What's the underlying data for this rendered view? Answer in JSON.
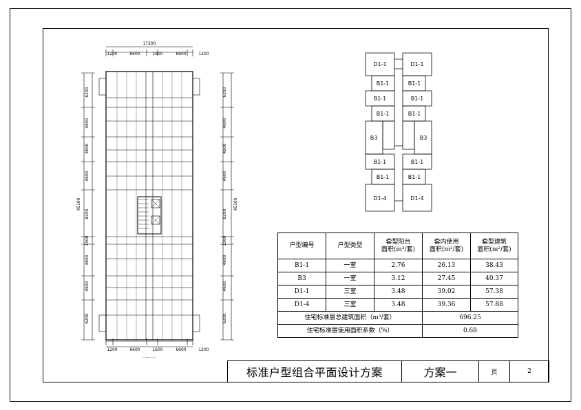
{
  "plan": {
    "overall_width": "17200",
    "overall_height": "45100",
    "horizontal_dims": [
      "1200",
      "6600",
      "1600",
      "6600",
      "1200"
    ],
    "vertical_dims": [
      "6200",
      "4600",
      "4600",
      "4600",
      "8200",
      "1500",
      "4600",
      "4600",
      "6200"
    ]
  },
  "keymap": {
    "units": [
      {
        "label": "D1-1"
      },
      {
        "label": "D1-1"
      },
      {
        "label": "B1-1"
      },
      {
        "label": "B1-1"
      },
      {
        "label": "B1-1"
      },
      {
        "label": "B1-1"
      },
      {
        "label": "B1-1"
      },
      {
        "label": "B1-1"
      },
      {
        "label": "B3"
      },
      {
        "label": "B3"
      },
      {
        "label": "B1-1"
      },
      {
        "label": "B1-1"
      },
      {
        "label": "B1-1"
      },
      {
        "label": "B1-1"
      },
      {
        "label": "D1-4"
      },
      {
        "label": "D1-4"
      }
    ]
  },
  "area_table": {
    "headers": [
      [
        "户型编号"
      ],
      [
        "户型类型"
      ],
      [
        "套型阳台",
        "面积(m²/套)"
      ],
      [
        "套内使用",
        "面积(m²/套)"
      ],
      [
        "套型建筑",
        "面积(m²/套)"
      ]
    ],
    "rows": [
      [
        "B1-1",
        "一室",
        "2.76",
        "26.13",
        "38.43"
      ],
      [
        "B3",
        "一室",
        "3.12",
        "27.45",
        "40.37"
      ],
      [
        "D1-1",
        "三室",
        "3.48",
        "39.02",
        "57.38"
      ],
      [
        "D1-4",
        "三室",
        "3.48",
        "39.36",
        "57.88"
      ]
    ],
    "summary": [
      {
        "label": "住宅标准层总建筑面积（m²/套）",
        "value": "696.25"
      },
      {
        "label": "住宅标准层使用面积系数（%）",
        "value": "0.68"
      }
    ]
  },
  "title_block": {
    "title": "标准户型组合平面设计方案",
    "scheme": "方案一",
    "page_label": "页",
    "page_number": "2"
  }
}
